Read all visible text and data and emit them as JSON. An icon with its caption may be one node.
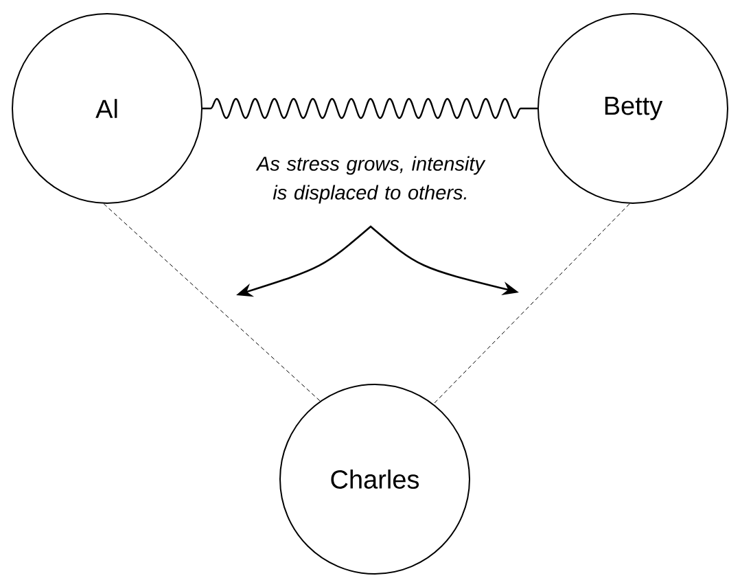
{
  "diagram": {
    "nodes": [
      {
        "text": [
          "Al"
        ]
      },
      {
        "text": [
          "Betty"
        ]
      },
      {
        "text": [
          "Charles"
        ]
      }
    ],
    "edges": [
      {
        "from": 0,
        "to": 1,
        "arrow": "none"
      },
      {
        "from": 0,
        "to": 2,
        "arrow": "none",
        "style": "dashed"
      },
      {
        "from": 1,
        "to": 2,
        "arrow": "none",
        "style": "dashed"
      }
    ],
    "labels": [
      "As stress grows, intensity is displaced to others."
    ]
  }
}
